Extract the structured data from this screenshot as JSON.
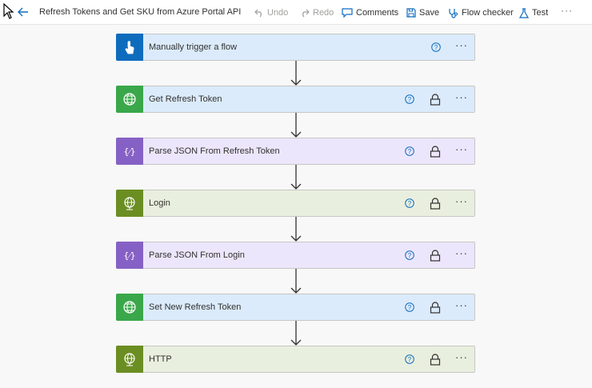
{
  "toolbar": {
    "title": "Refresh Tokens and Get SKU from Azure Portal API",
    "undo": "Undo",
    "redo": "Redo",
    "comments": "Comments",
    "save": "Save",
    "flow_checker": "Flow checker",
    "test": "Test",
    "more": "···"
  },
  "steps": [
    {
      "label": "Manually trigger a flow",
      "icon": "touch-icon",
      "bg": "#dbebfb",
      "icon_bg": "#0f6cbd"
    },
    {
      "label": "Get Refresh Token",
      "icon": "http-globe-icon",
      "bg": "#dbebfb",
      "icon_bg": "#3aa74a"
    },
    {
      "label": "Parse JSON From Refresh Token",
      "icon": "braces-icon",
      "bg": "#ece6fc",
      "icon_bg": "#8661c5"
    },
    {
      "label": "Login",
      "icon": "http-globe-icon",
      "bg": "#e9efde",
      "icon_bg": "#6b8e23"
    },
    {
      "label": "Parse JSON From Login",
      "icon": "braces-icon",
      "bg": "#ece6fc",
      "icon_bg": "#8661c5"
    },
    {
      "label": "Set New Refresh Token",
      "icon": "http-globe-icon",
      "bg": "#dbebfb",
      "icon_bg": "#3aa74a"
    },
    {
      "label": "HTTP",
      "icon": "http-globe-icon",
      "bg": "#e9efde",
      "icon_bg": "#6b8e23"
    }
  ],
  "step_more": "···"
}
